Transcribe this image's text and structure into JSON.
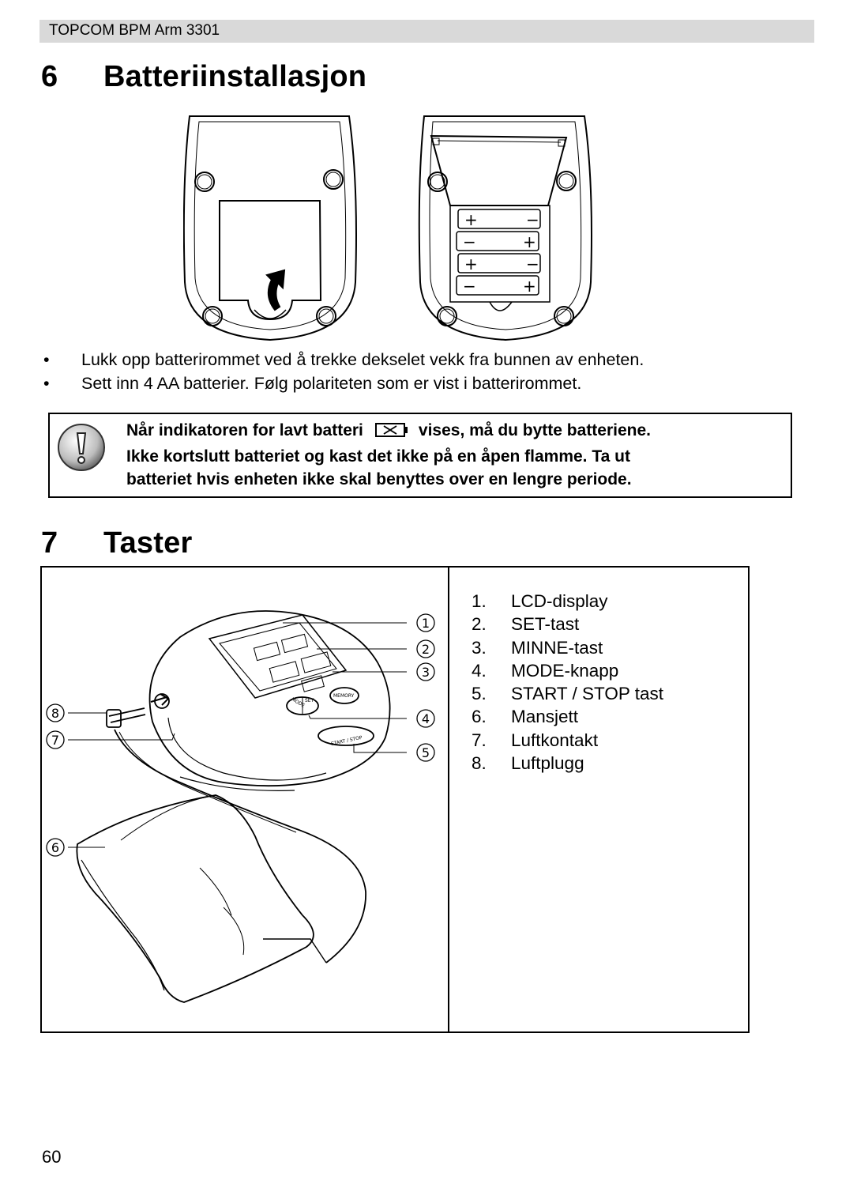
{
  "header": {
    "title": "TOPCOM BPM Arm 3301"
  },
  "section6": {
    "number": "6",
    "title": "Batteriinstallasjon"
  },
  "battery_figure": {
    "left_unit": {
      "description_icon": "battery-cover-closed-with-arrow"
    },
    "right_unit": {
      "batteries": [
        {
          "left": "+",
          "right": "−"
        },
        {
          "left": "−",
          "right": "+"
        },
        {
          "left": "+",
          "right": "−"
        },
        {
          "left": "−",
          "right": "+"
        }
      ]
    }
  },
  "instructions": [
    {
      "bullet": "•",
      "text": "Lukk opp batterirommet ved å trekke dekselet vekk fra bunnen av enheten."
    },
    {
      "bullet": "•",
      "text": "Sett inn 4 AA batterier. Følg polariteten som er vist i batterirommet."
    }
  ],
  "warning": {
    "icon": "exclamation-icon",
    "line1_before": "Når indikatoren for lavt batteri",
    "line1_after": "vises, må du bytte batteriene.",
    "line2": "Ikke kortslutt batteriet og kast det ikke på en åpen flamme. Ta ut",
    "line3": "batteriet hvis enheten ikke skal benyttes over en lengre periode."
  },
  "section7": {
    "number": "7",
    "title": "Taster"
  },
  "device_callouts": [
    "1",
    "2",
    "3",
    "4",
    "5",
    "6",
    "7",
    "8"
  ],
  "device_labels": {
    "start_stop": "START / STOP",
    "mode": "MODE",
    "set": "SET",
    "memory": "MEMORY"
  },
  "legend": [
    {
      "num": "1.",
      "label": "LCD-display"
    },
    {
      "num": "2.",
      "label": "SET-tast"
    },
    {
      "num": "3.",
      "label": "MINNE-tast"
    },
    {
      "num": "4.",
      "label": "MODE-knapp"
    },
    {
      "num": "5.",
      "label": "START / STOP tast"
    },
    {
      "num": "6.",
      "label": "Mansjett"
    },
    {
      "num": "7.",
      "label": "Luftkontakt"
    },
    {
      "num": "8.",
      "label": "Luftplugg"
    }
  ],
  "page_number": "60",
  "colors": {
    "header_bar": "#d9d9d9",
    "text": "#000000"
  }
}
